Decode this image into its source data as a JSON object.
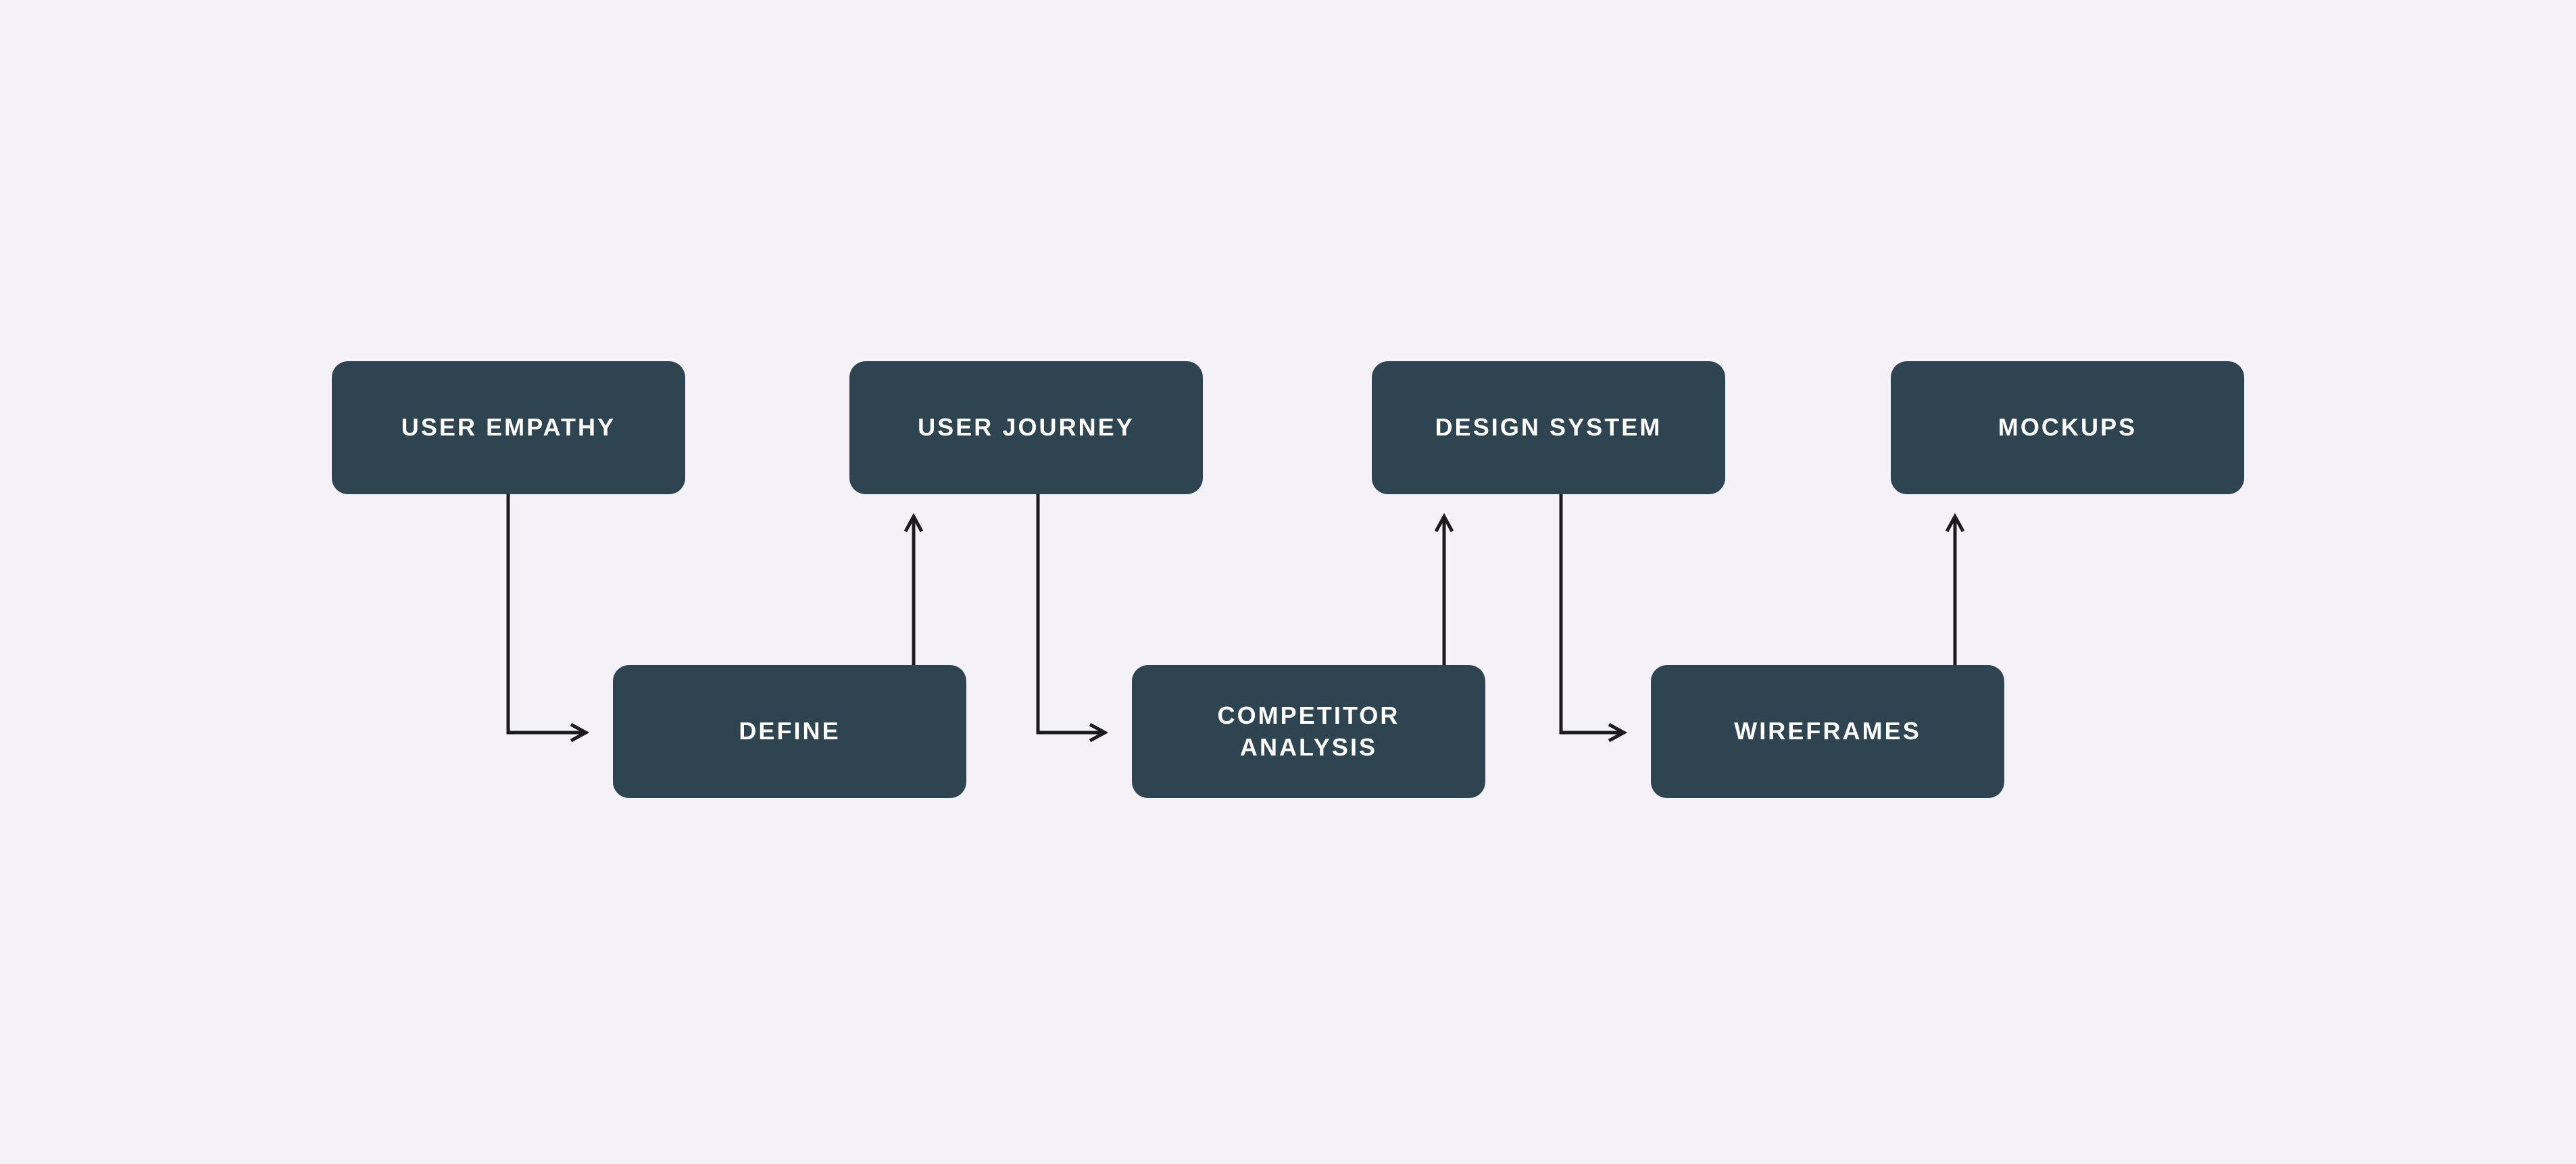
{
  "diagram": {
    "type": "flowchart",
    "colors": {
      "background": "#f4f2f8",
      "node_fill": "#2e4551",
      "node_text": "#ffffff",
      "arrow": "#1c1c1c"
    },
    "nodes": [
      {
        "id": "user-empathy",
        "label": "USER EMPATHY",
        "row": "top"
      },
      {
        "id": "define",
        "label": "DEFINE",
        "row": "bottom"
      },
      {
        "id": "user-journey",
        "label": "USER JOURNEY",
        "row": "top"
      },
      {
        "id": "competitor-analysis",
        "label": "COMPETITOR ANALYSIS",
        "row": "bottom"
      },
      {
        "id": "design-system",
        "label": "DESIGN SYSTEM",
        "row": "top"
      },
      {
        "id": "wireframes",
        "label": "WIREFRAMES",
        "row": "bottom"
      },
      {
        "id": "mockups",
        "label": "MOCKUPS",
        "row": "top"
      }
    ],
    "edges": [
      {
        "from": "user-empathy",
        "to": "define",
        "shape": "elbow-down-right"
      },
      {
        "from": "define",
        "to": "user-journey",
        "shape": "straight-up"
      },
      {
        "from": "user-journey",
        "to": "competitor-analysis",
        "shape": "elbow-down-right"
      },
      {
        "from": "competitor-analysis",
        "to": "design-system",
        "shape": "straight-up"
      },
      {
        "from": "design-system",
        "to": "wireframes",
        "shape": "elbow-down-right"
      },
      {
        "from": "wireframes",
        "to": "mockups",
        "shape": "straight-up"
      }
    ]
  }
}
